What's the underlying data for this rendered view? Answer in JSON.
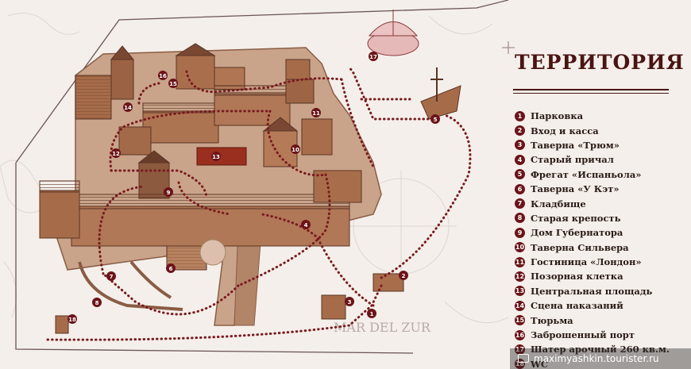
{
  "title": "ТЕРРИТОРИЯ",
  "legend": [
    {
      "n": "1",
      "label": "Парковка"
    },
    {
      "n": "2",
      "label": "Вход и касса"
    },
    {
      "n": "3",
      "label": "Таверна «Трюм»"
    },
    {
      "n": "4",
      "label": "Старый причал"
    },
    {
      "n": "5",
      "label": "Фрегат «Испаньола»"
    },
    {
      "n": "6",
      "label": "Таверна «У Кэт»"
    },
    {
      "n": "7",
      "label": "Кладбище"
    },
    {
      "n": "8",
      "label": "Старая крепость"
    },
    {
      "n": "9",
      "label": "Дом Губернатора"
    },
    {
      "n": "10",
      "label": "Таверна Сильвера"
    },
    {
      "n": "11",
      "label": "Гостиница «Лондон»"
    },
    {
      "n": "12",
      "label": "Позорная клетка"
    },
    {
      "n": "13",
      "label": "Центральная площадь"
    },
    {
      "n": "14",
      "label": "Сцена наказаний"
    },
    {
      "n": "15",
      "label": "Тюрьма"
    },
    {
      "n": "16",
      "label": "Заброшенный порт"
    },
    {
      "n": "17",
      "label": "Шатер арочный 260 кв.м."
    },
    {
      "n": "18",
      "label": "WC"
    }
  ],
  "watermark": "maximyashkin.tourister.ru",
  "colors": {
    "route": "#7a1a1f",
    "marker": "#6b1419",
    "building": "#a86e4c",
    "roof": "#7a4a34",
    "ground": "#c8a489"
  }
}
